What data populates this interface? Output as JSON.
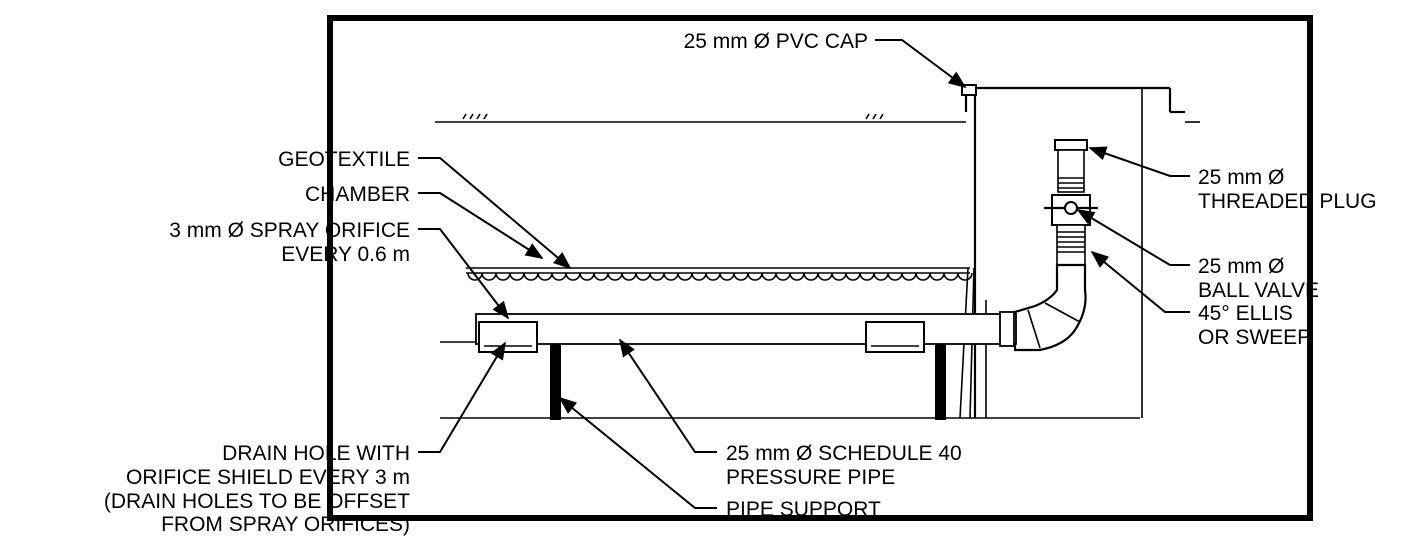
{
  "labels": {
    "pvc_cap": "25 mm Ø PVC CAP",
    "geotextile": "GEOTEXTILE",
    "chamber": "CHAMBER",
    "spray_orifice_1": "3 mm Ø SPRAY ORIFICE",
    "spray_orifice_2": "EVERY 0.6 m",
    "threaded_plug_1": "25 mm Ø",
    "threaded_plug_2": "THREADED PLUG",
    "ball_valve_1": "25 mm Ø",
    "ball_valve_2": "BALL VALVE",
    "ell_1": "45° ELLIS",
    "ell_2": "OR SWEEP",
    "drain_hole_1": "DRAIN HOLE WITH",
    "drain_hole_2": "ORIFICE SHIELD EVERY 3 m",
    "drain_hole_3": "(DRAIN HOLES TO BE OFFSET",
    "drain_hole_4": "FROM SPRAY ORIFICES)",
    "pressure_pipe_1": "25 mm Ø  SCHEDULE 40",
    "pressure_pipe_2": "PRESSURE PIPE",
    "pipe_support": "PIPE SUPPORT"
  }
}
